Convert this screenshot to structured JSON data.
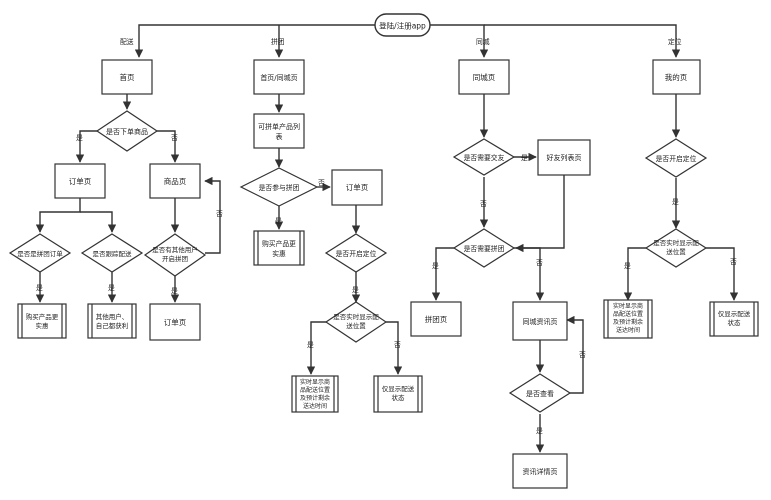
{
  "start": "登陆/注册app",
  "branches": [
    "配送",
    "拼团",
    "同城",
    "定位"
  ],
  "labels": {
    "yes": "是",
    "no": "否"
  },
  "nodes": {
    "home": "首页",
    "order_q": "是否下单商品",
    "order_page_l": "订单页",
    "product_page": "商品页",
    "group_order_q": "是否是拼团订单",
    "follow_q": "是否跟踪配送",
    "others_q": [
      "是否有其他用户",
      "开启拼团"
    ],
    "buy_discount_1": [
      "购买产品更",
      "实惠"
    ],
    "others_buy": [
      "其他用户、",
      "自己都获利"
    ],
    "order_page_2": "订单页",
    "home_city": "首页/同城页",
    "group_list": [
      "可拼单产品列",
      "表"
    ],
    "join_q": "是否参与拼团",
    "buy_discount_2": [
      "购买产品更",
      "实惠"
    ],
    "order_page_3": "订单页",
    "locate_q_2": "是否开启定位",
    "realtime_q_2": [
      "是否实时显示配",
      "送位置"
    ],
    "realtime_show_2": [
      "实时显示商",
      "品配送位置",
      "及预计剩余",
      "送达时间"
    ],
    "only_status_2": [
      "仅显示配送",
      "状态"
    ],
    "city_page": "同城页",
    "friend_q": "是否需要交友",
    "friend_list": "好友列表页",
    "need_group_q": "是否需要拼团",
    "group_page": "拼团页",
    "city_news": "同城资讯页",
    "view_q": "是否查看",
    "news_detail": "资讯详情页",
    "my_page": "我的页",
    "locate_q_4": "是否开启定位",
    "realtime_q_4": [
      "是否实时显示配",
      "送位置"
    ],
    "realtime_show_4": [
      "实时显示商",
      "品配送位置",
      "及预计剩余",
      "送达时间"
    ],
    "only_status_4": [
      "仅显示配送",
      "状态"
    ]
  }
}
